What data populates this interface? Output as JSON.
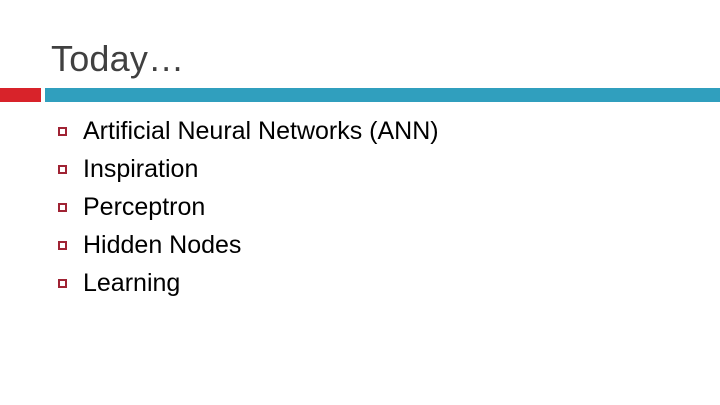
{
  "slide": {
    "title": "Today…",
    "accent": {
      "red_color": "#d8232a",
      "teal_color": "#309fbe",
      "bullet_marker_color": "#a02334",
      "title_color": "#404040",
      "body_text_color": "#000000",
      "background_color": "#ffffff"
    },
    "bullets": [
      {
        "marker": "hollow-square-bullet-icon",
        "text": "Artificial Neural Networks (ANN)"
      },
      {
        "marker": "hollow-square-bullet-icon",
        "text": "Inspiration"
      },
      {
        "marker": "hollow-square-bullet-icon",
        "text": "Perceptron"
      },
      {
        "marker": "hollow-square-bullet-icon",
        "text": "Hidden Nodes"
      },
      {
        "marker": "hollow-square-bullet-icon",
        "text": "Learning"
      }
    ]
  }
}
